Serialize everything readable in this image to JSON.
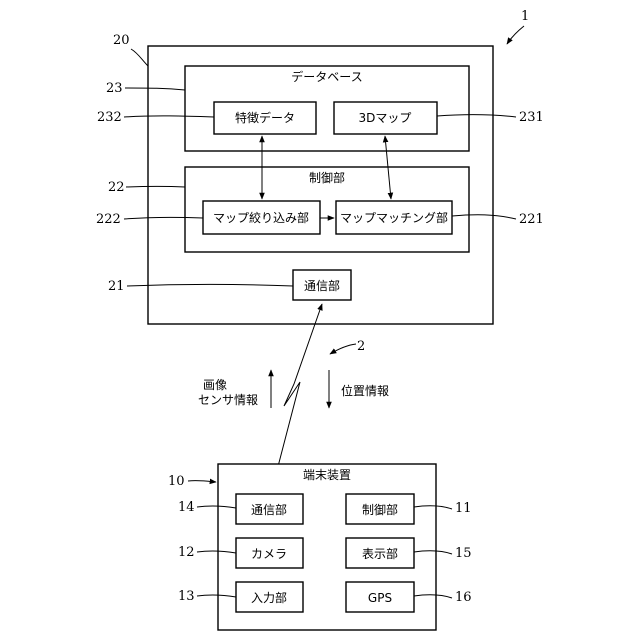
{
  "server": {
    "ref_label": "1",
    "server_ref": "20",
    "database": {
      "ref": "23",
      "title": "データベース",
      "feature_data": {
        "ref": "232",
        "label": "特徴データ"
      },
      "map_3d": {
        "ref": "231",
        "label": "3Dマップ"
      }
    },
    "control": {
      "ref": "22",
      "title": "制御部",
      "map_narrowing": {
        "ref": "222",
        "label": "マップ絞り込み部"
      },
      "map_matching": {
        "ref": "221",
        "label": "マップマッチング部"
      }
    },
    "comm": {
      "ref": "21",
      "label": "通信部"
    }
  },
  "network": {
    "ref": "2",
    "up_label_line1": "画像",
    "up_label_line2": "センサ情報",
    "down_label": "位置情報"
  },
  "terminal": {
    "ref": "10",
    "title": "端末装置",
    "comm": {
      "ref": "14",
      "label": "通信部"
    },
    "control": {
      "ref": "11",
      "label": "制御部"
    },
    "camera": {
      "ref": "12",
      "label": "カメラ"
    },
    "display": {
      "ref": "15",
      "label": "表示部"
    },
    "input": {
      "ref": "13",
      "label": "入力部"
    },
    "gps": {
      "ref": "16",
      "label": "GPS"
    }
  }
}
